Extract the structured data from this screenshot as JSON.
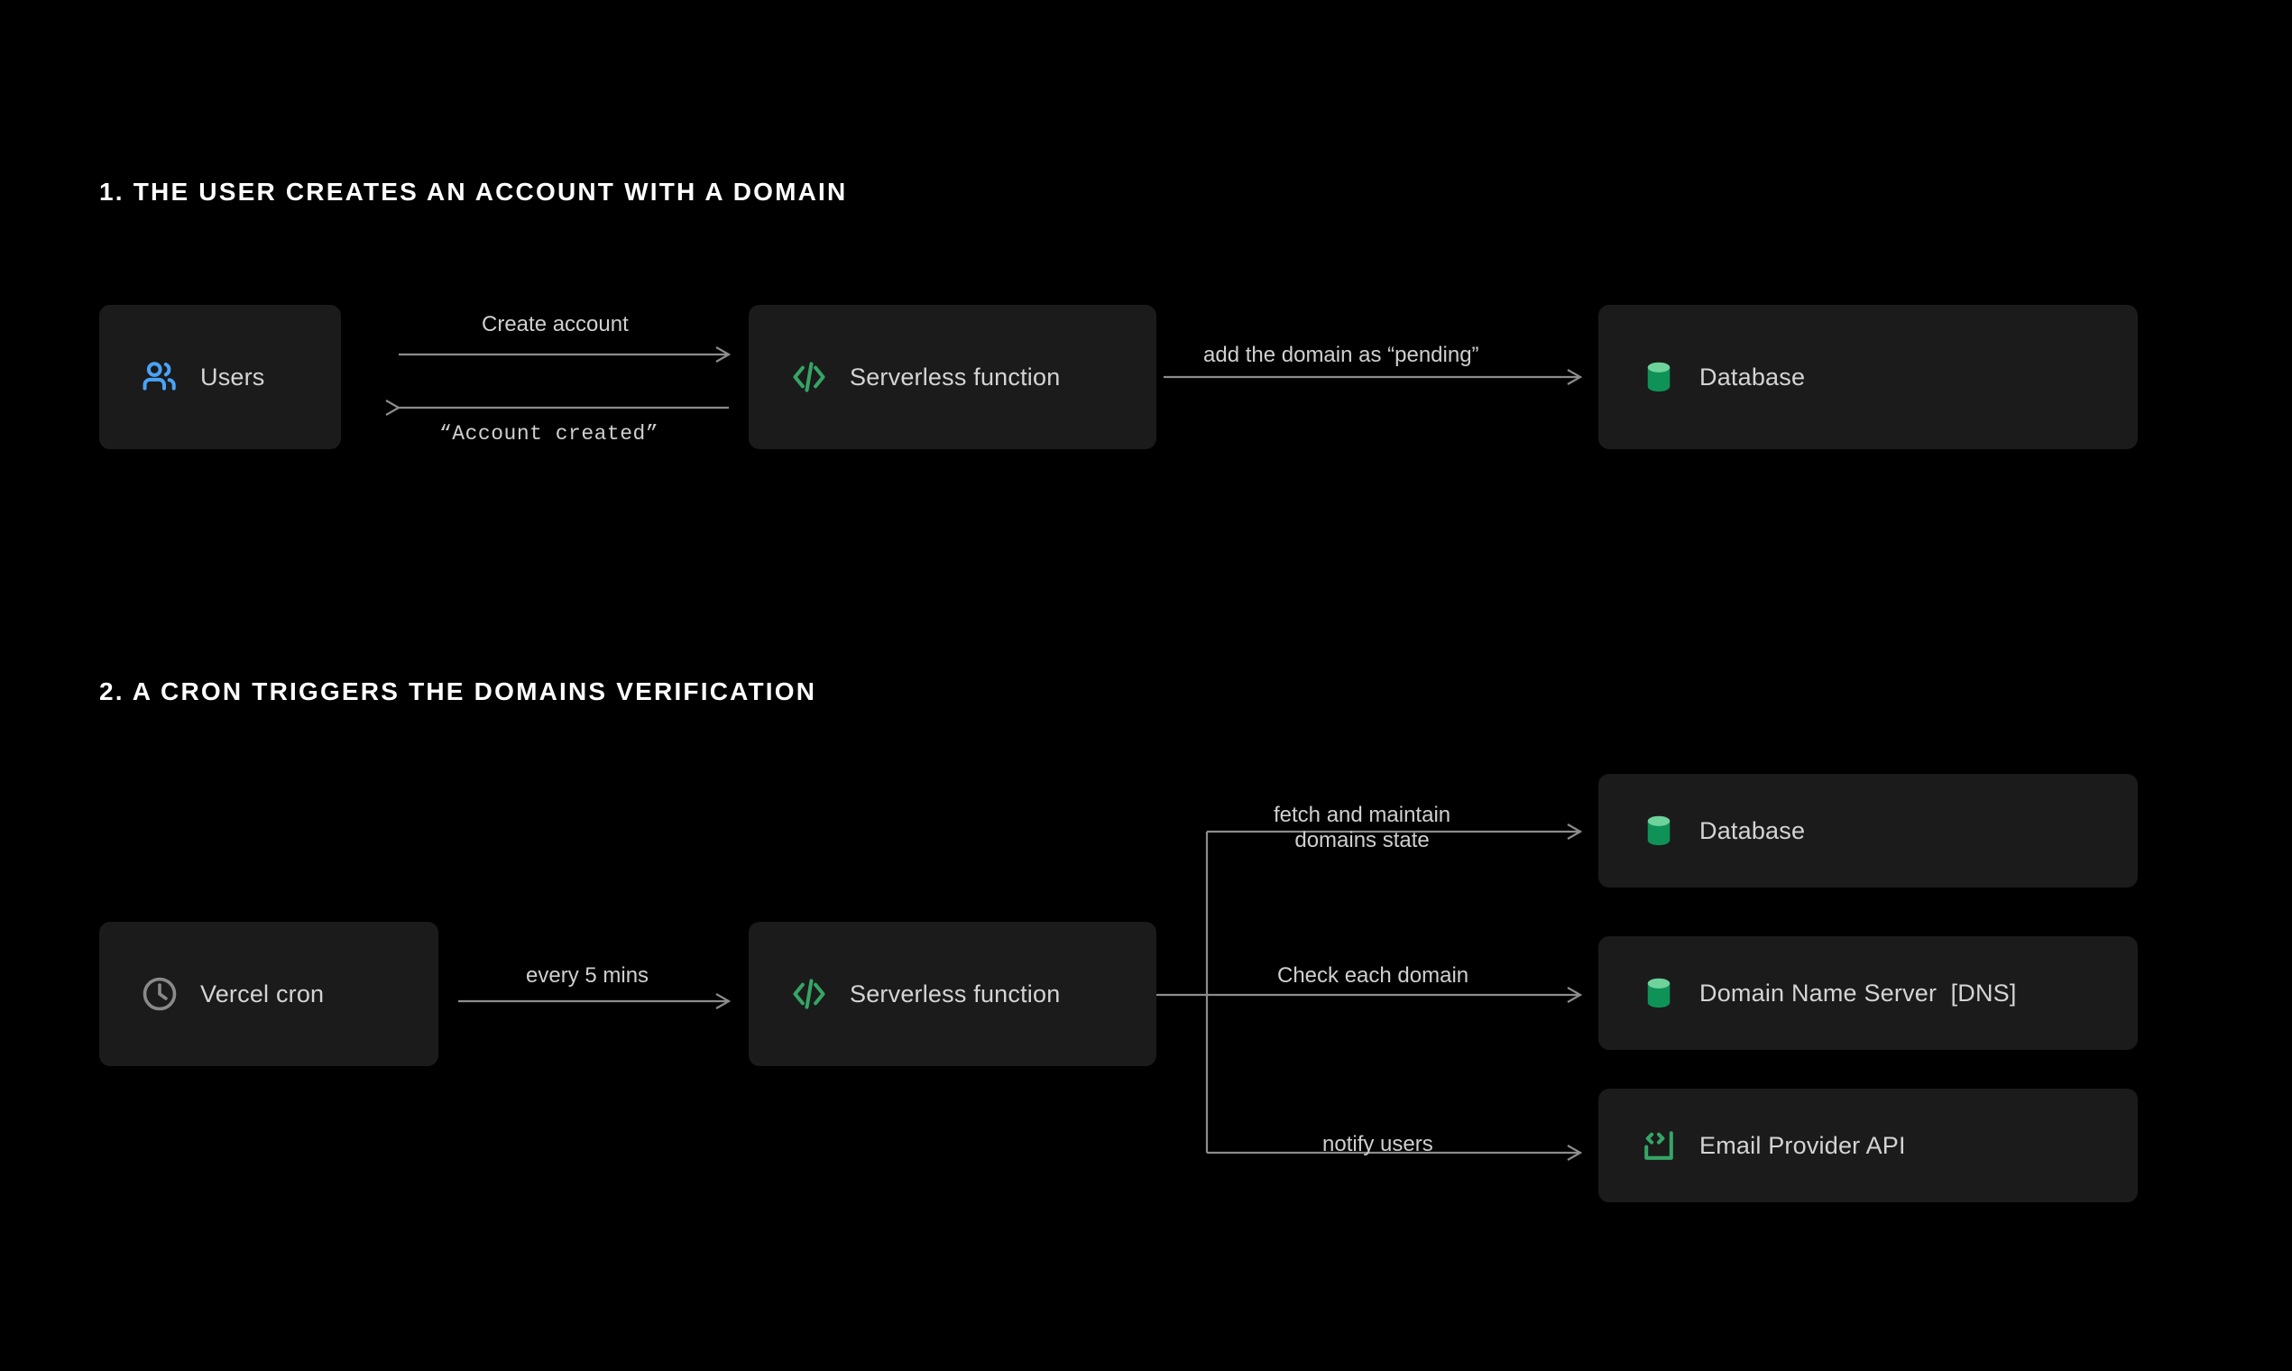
{
  "page": {
    "background": "#000000",
    "card_background": "#1b1b1b",
    "line_color": "#8c8c8c",
    "label_color": "#cfcfcf",
    "heading_color": "#ffffff",
    "accent_green": "#35a565",
    "accent_blue": "#4aa3f5",
    "icon_gray": "#8a8a8a"
  },
  "sections": [
    {
      "heading": "1. THE USER CREATES AN ACCOUNT WITH A DOMAIN",
      "nodes": [
        {
          "id": "users",
          "label": "Users",
          "icon": "users-icon",
          "icon_color": "#4aa3f5"
        },
        {
          "id": "serverless-1",
          "label": "Serverless function",
          "icon": "code-brackets-icon",
          "icon_color": "#35a565"
        },
        {
          "id": "database-1",
          "label": "Database",
          "icon": "database-cylinder-icon",
          "icon_color": "#0f9257"
        }
      ],
      "edges": [
        {
          "id": "create-account",
          "label": "Create account",
          "style": "sans",
          "direction": "right"
        },
        {
          "id": "account-created",
          "label": "“Account created”",
          "style": "mono",
          "direction": "left"
        },
        {
          "id": "add-domain-pending",
          "label": "add the domain as “pending”",
          "style": "sans",
          "direction": "right"
        }
      ]
    },
    {
      "heading": "2. A CRON TRIGGERS THE DOMAINS VERIFICATION",
      "nodes": [
        {
          "id": "vercel-cron",
          "label": "Vercel cron",
          "icon": "clock-icon",
          "icon_color": "#8a8a8a"
        },
        {
          "id": "serverless-2",
          "label": "Serverless function",
          "icon": "code-brackets-icon",
          "icon_color": "#35a565"
        },
        {
          "id": "database-2",
          "label": "Database",
          "icon": "database-cylinder-icon",
          "icon_color": "#0f9257"
        },
        {
          "id": "dns",
          "label": "Domain Name Server  [DNS]",
          "icon": "database-cylinder-icon",
          "icon_color": "#0f9257"
        },
        {
          "id": "email-api",
          "label": "Email Provider API",
          "icon": "api-brackets-icon",
          "icon_color": "#35a565"
        }
      ],
      "edges": [
        {
          "id": "every-5-mins",
          "label": "every 5 mins",
          "style": "sans",
          "direction": "right"
        },
        {
          "id": "fetch-maintain",
          "label": "fetch and maintain\ndomains state",
          "style": "sans",
          "direction": "right"
        },
        {
          "id": "check-each-domain",
          "label": "Check each domain",
          "style": "sans",
          "direction": "right"
        },
        {
          "id": "notify-users",
          "label": "notify users",
          "style": "sans",
          "direction": "right"
        }
      ]
    }
  ]
}
